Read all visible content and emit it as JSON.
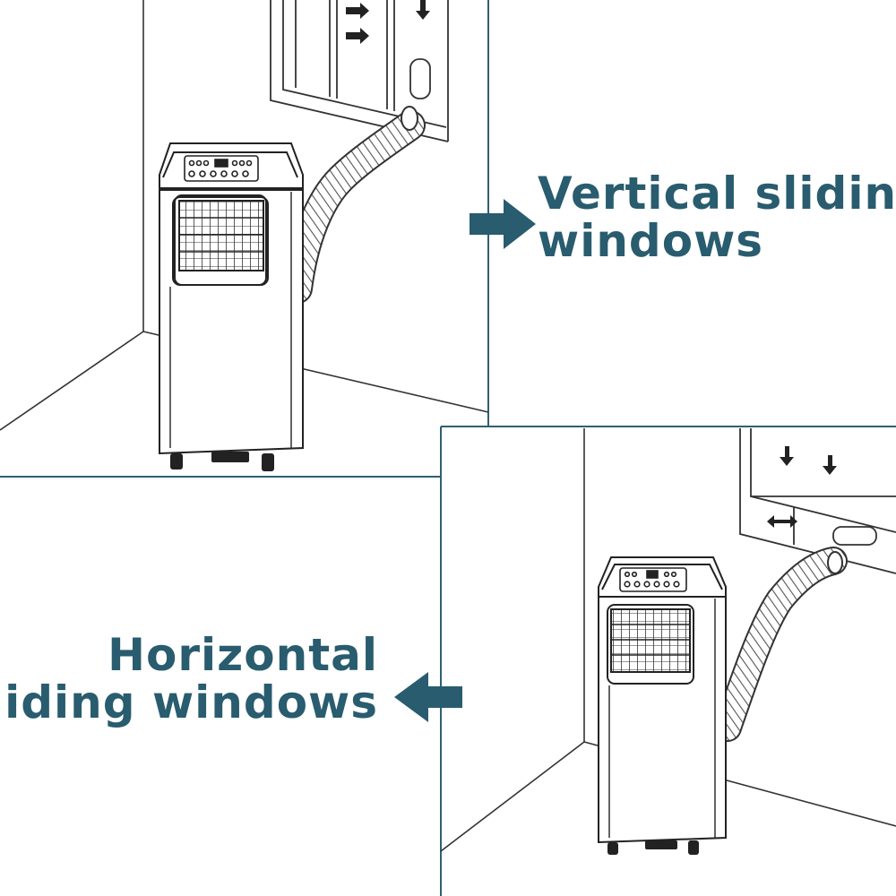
{
  "colors": {
    "accent": "#285c6e",
    "frame": "#2f5f72",
    "line": "#333333"
  },
  "labels": {
    "vertical": {
      "line1": "Vertical sliding",
      "line2": "windows"
    },
    "horizontal": {
      "line1": "Horizontal",
      "line2": "sliding windows"
    }
  },
  "icons": {
    "arrow_right": "arrow-right-icon",
    "arrow_left": "arrow-left-icon"
  }
}
